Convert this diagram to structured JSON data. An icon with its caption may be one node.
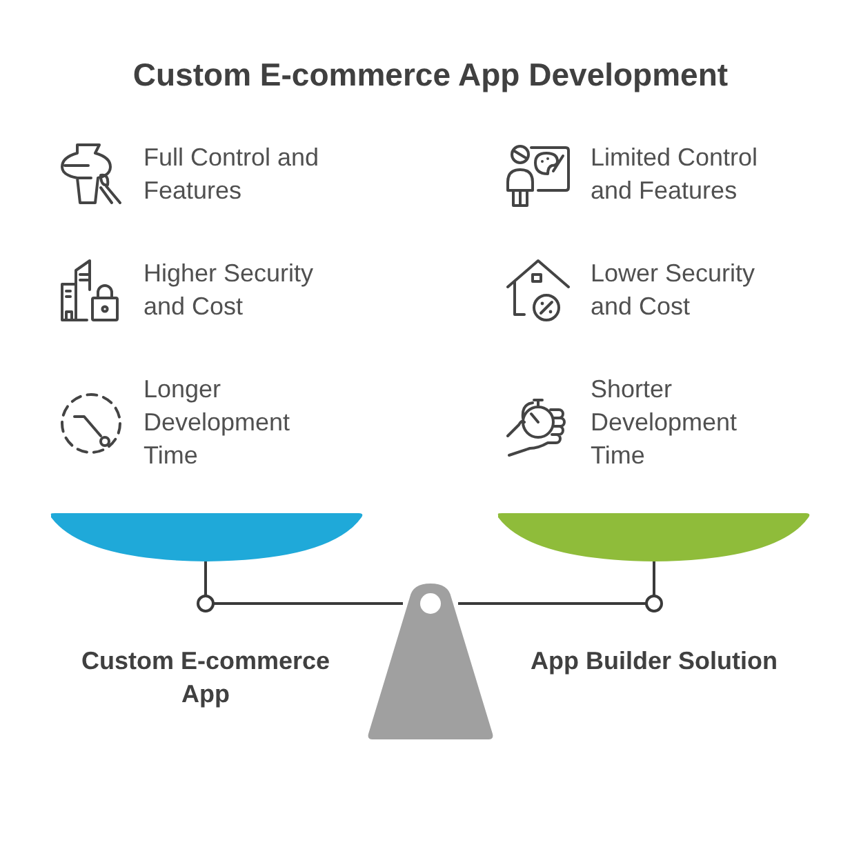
{
  "diagram": {
    "title": "Custom E-commerce App Development",
    "labels": [
      "Full Control and Features",
      "Limited Control and Features",
      "Higher Security and Cost",
      "Lower Security and Cost",
      "Longer Development Time",
      "Shorter Development Time",
      "Custom E-commerce App",
      "App Builder Solution"
    ]
  }
}
